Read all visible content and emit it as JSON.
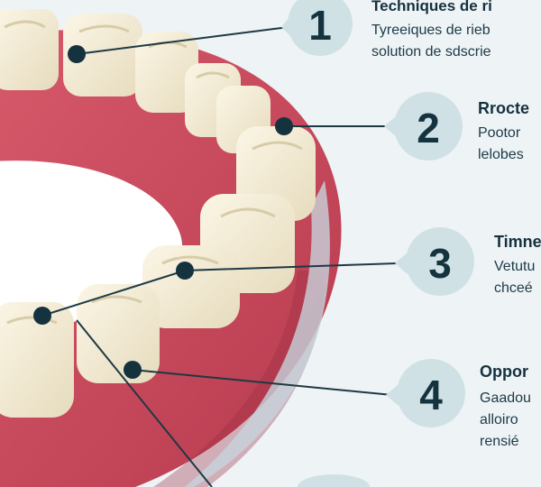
{
  "callouts": [
    {
      "number": "1",
      "title": "Techniques de ri",
      "lines": [
        "Tyreeiques de rieb",
        "solution de sdscrie"
      ]
    },
    {
      "number": "2",
      "title": "Rrocte",
      "lines": [
        "Pootor",
        "lelobes"
      ]
    },
    {
      "number": "3",
      "title": "Timne",
      "lines": [
        "Vetutu",
        "chceé"
      ]
    },
    {
      "number": "4",
      "title": "Oppor",
      "lines": [
        "Gaadou",
        "alloiro",
        "rensié"
      ]
    }
  ],
  "colors": {
    "background": "#eef3f6",
    "gum": "#c94a5c",
    "gum_dark": "#a93548",
    "tooth": "#f7f0dc",
    "tooth_shadow": "#e2d6b6",
    "badge": "#cfe1e4",
    "line": "#1d3944"
  }
}
